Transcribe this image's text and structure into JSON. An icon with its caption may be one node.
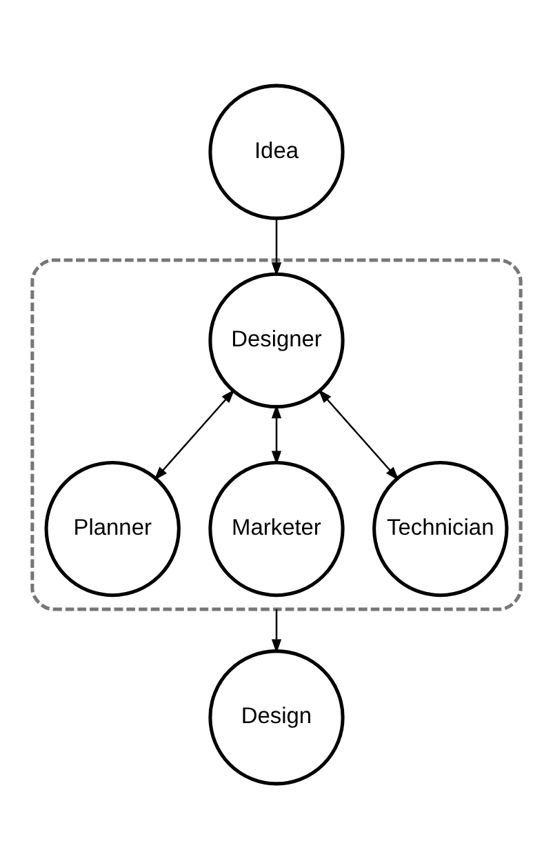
{
  "diagram": {
    "nodes": [
      {
        "text": [
          "Idea"
        ]
      },
      {
        "text": [],
        "shape": "box"
      },
      {
        "text": [
          "Designer"
        ],
        "in": 1
      },
      {
        "text": [
          "Planner"
        ],
        "in": 1
      },
      {
        "text": [
          "Marketer"
        ],
        "in": 1
      },
      {
        "text": [
          "Technician"
        ],
        "in": 1
      },
      {
        "text": [
          "Design"
        ]
      }
    ],
    "edges": [
      {
        "from": 0,
        "to": 2,
        "arrow": "to"
      },
      {
        "from": 2,
        "to": 3,
        "arrow": "both"
      },
      {
        "from": 2,
        "to": 4,
        "arrow": "both"
      },
      {
        "from": 2,
        "to": 5,
        "arrow": "both"
      },
      {
        "from": 1,
        "to": 6,
        "arrow": "to"
      }
    ]
  }
}
